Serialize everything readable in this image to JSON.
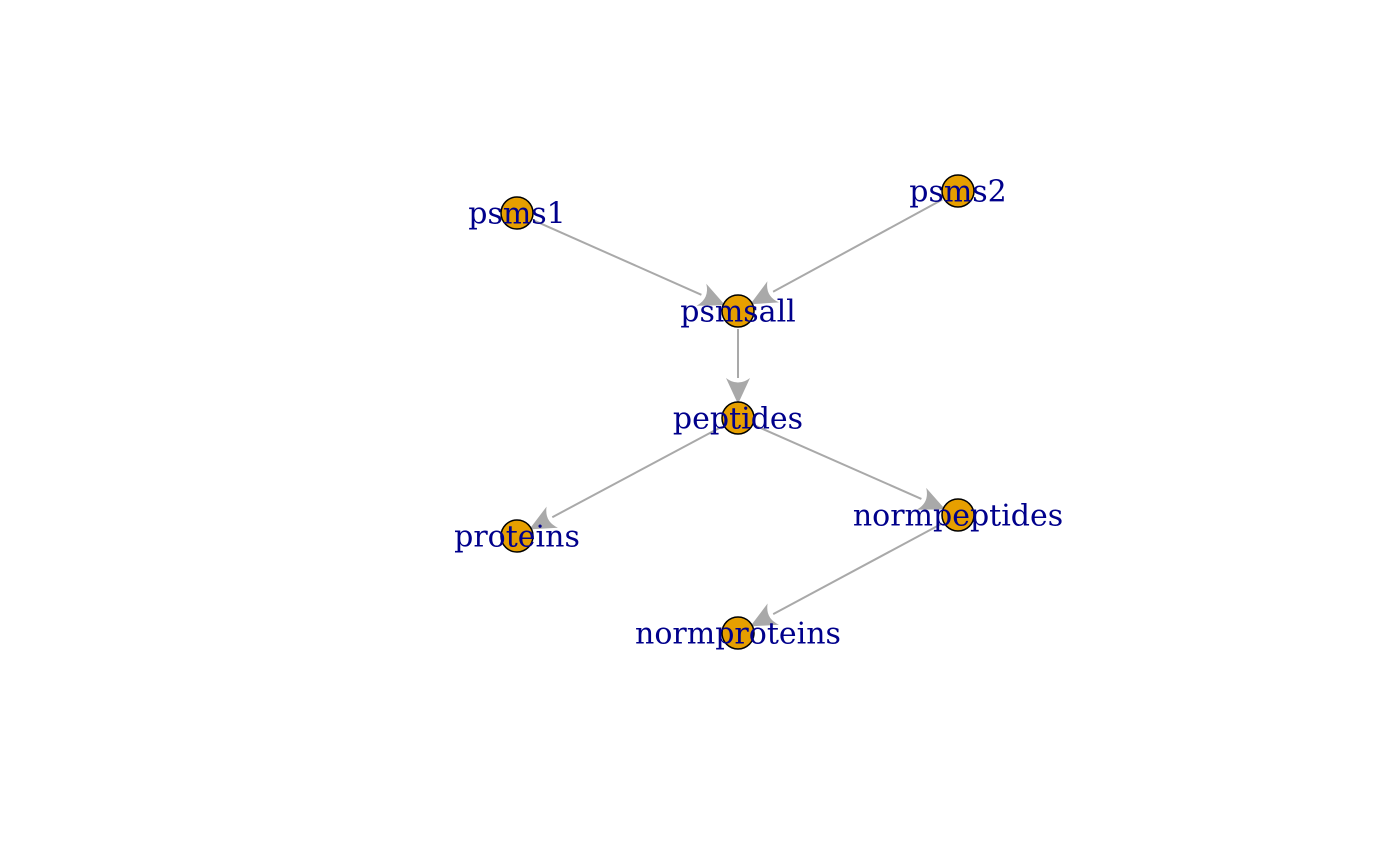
{
  "graph": {
    "colors": {
      "node_fill": "#E69F00",
      "node_stroke": "#000000",
      "edge": "#A9A9A9",
      "label": "#00008B",
      "background": "#FFFFFF"
    },
    "nodes": [
      {
        "id": "psms1",
        "label": "psms1"
      },
      {
        "id": "psms2",
        "label": "psms2"
      },
      {
        "id": "psmsall",
        "label": "psmsall"
      },
      {
        "id": "peptides",
        "label": "peptides"
      },
      {
        "id": "proteins",
        "label": "proteins"
      },
      {
        "id": "normpeptides",
        "label": "normpeptides"
      },
      {
        "id": "normproteins",
        "label": "normproteins"
      }
    ],
    "edges": [
      {
        "from": "psms1",
        "to": "psmsall"
      },
      {
        "from": "psms2",
        "to": "psmsall"
      },
      {
        "from": "psmsall",
        "to": "peptides"
      },
      {
        "from": "peptides",
        "to": "proteins"
      },
      {
        "from": "peptides",
        "to": "normpeptides"
      },
      {
        "from": "normpeptides",
        "to": "normproteins"
      }
    ]
  }
}
